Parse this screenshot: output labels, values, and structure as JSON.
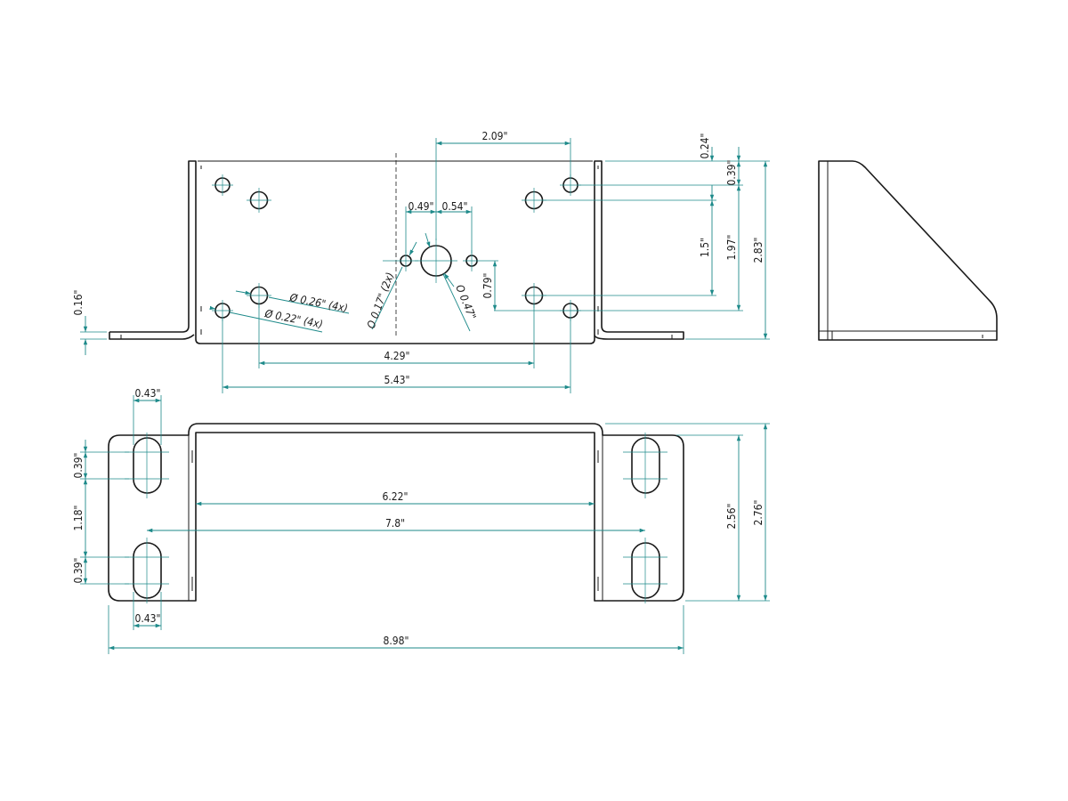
{
  "drawing": {
    "line_color": "#1a1a1a",
    "dimension_color": "#1e8a8a",
    "units": "inch",
    "front_view": {
      "dims": {
        "d_2_09": "2.09\"",
        "d_0_49": "0.49\"",
        "d_0_54": "0.54\"",
        "d_4_29": "4.29\"",
        "d_5_43": "5.43\"",
        "d_0_16": "0.16\"",
        "d_0_24": "0.24\"",
        "d_0_39": "0.39\"",
        "d_1_5": "1.5\"",
        "d_1_97": "1.97\"",
        "d_2_83": "2.83\"",
        "d_0_79": "0.79\""
      },
      "callouts": {
        "c_026": "Ø  0.26\"  (4x)",
        "c_022": "Ø  0.22\"  (4x)",
        "c_017": "O  0.17\"  (2x)",
        "c_047": "O  0.47\""
      }
    },
    "top_view": {
      "dims": {
        "d_0_43_top": "0.43\"",
        "d_0_43_bottom": "0.43\"",
        "d_0_39_upper": "0.39\"",
        "d_1_18": "1.18\"",
        "d_0_39_lower": "0.39\"",
        "d_6_22": "6.22\"",
        "d_7_8": "7.8\"",
        "d_8_98": "8.98\"",
        "d_2_56": "2.56\"",
        "d_2_76": "2.76\""
      }
    }
  }
}
